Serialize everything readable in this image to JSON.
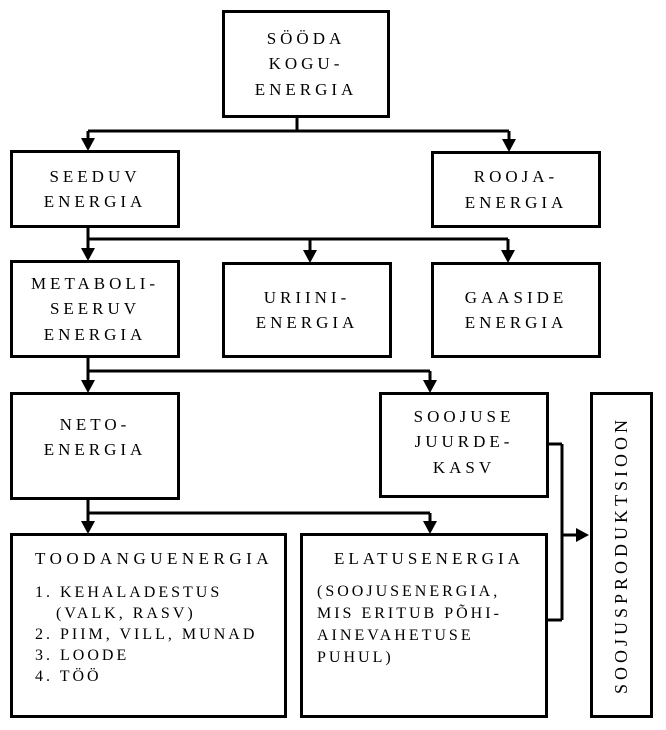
{
  "diagram": {
    "boxes": {
      "sooda_koguenergia": {
        "label": "SÖÖDA\nKOGU-\nENERGIA"
      },
      "seeduv_energia": {
        "label": "SEEDUV\nENERGIA"
      },
      "rooja_energia": {
        "label": "ROOJA-\nENERGIA"
      },
      "metaboliseeruv_energia": {
        "label": "METABOLI-\nSEERUV\nENERGIA"
      },
      "uriini_energia": {
        "label": "URIINI-\nENERGIA"
      },
      "gaaside_energia": {
        "label": "GAASIDE\nENERGIA"
      },
      "neto_energia": {
        "label": "NETO-\nENERGIA"
      },
      "soojuse_juurdekasv": {
        "label": "SOOJUSE\nJUURDE-\nKASV"
      },
      "toodanguenergia": {
        "title": "TOODANGUENERGIA",
        "items": [
          "1. KEHALADESTUS\n   (VALK, RASV)",
          "2. PIIM, VILL, MUNAD",
          "3. LOODE",
          "4. TÖÖ"
        ]
      },
      "elatusenergia": {
        "title": "ELATUSENERGIA",
        "note": "(SOOJUSENERGIA,\nMIS ERITUB PÕHI-\nAINEVAHETUSE\nPUHUL)"
      },
      "soojusproduktsioon": {
        "label": "SOOJUSPRODUKTSIOON"
      }
    },
    "colors": {
      "line": "#000000",
      "background": "#ffffff",
      "box_fill": "#ffffff",
      "text": "#000000"
    }
  }
}
